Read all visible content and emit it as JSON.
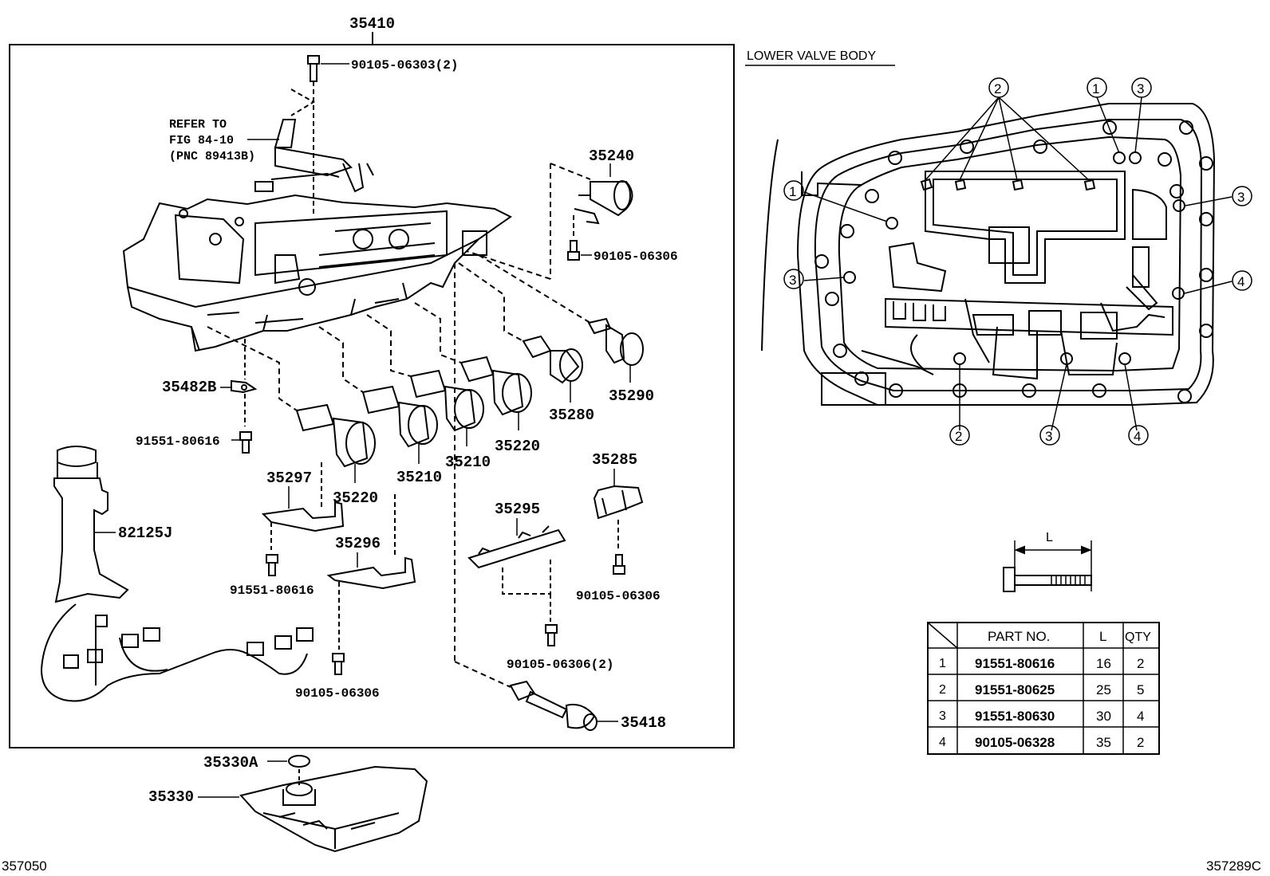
{
  "main_assembly": {
    "part": "35410"
  },
  "refer_note": {
    "line1": "REFER TO",
    "line2": "FIG 84-10",
    "line3": "(PNC 89413B)"
  },
  "callouts": [
    {
      "id": "c-9010506303",
      "text": "90105-06303(2)"
    },
    {
      "id": "c-35240",
      "text": "35240"
    },
    {
      "id": "c-9010506306a",
      "text": "90105-06306"
    },
    {
      "id": "c-35290",
      "text": "35290"
    },
    {
      "id": "c-35280",
      "text": "35280"
    },
    {
      "id": "c-35220a",
      "text": "35220"
    },
    {
      "id": "c-35210a",
      "text": "35210"
    },
    {
      "id": "c-35210b",
      "text": "35210"
    },
    {
      "id": "c-35220b",
      "text": "35220"
    },
    {
      "id": "c-35482b",
      "text": "35482B"
    },
    {
      "id": "c-9155180616a",
      "text": "91551-80616"
    },
    {
      "id": "c-35297",
      "text": "35297"
    },
    {
      "id": "c-82125j",
      "text": "82125J"
    },
    {
      "id": "c-9155180616b",
      "text": "91551-80616"
    },
    {
      "id": "c-35296",
      "text": "35296"
    },
    {
      "id": "c-35285",
      "text": "35285"
    },
    {
      "id": "c-35295",
      "text": "35295"
    },
    {
      "id": "c-9010506306b",
      "text": "90105-06306"
    },
    {
      "id": "c-9010506306c",
      "text": "90105-06306(2)"
    },
    {
      "id": "c-9010506306d",
      "text": "90105-06306"
    },
    {
      "id": "c-35418",
      "text": "35418"
    },
    {
      "id": "c-35330a",
      "text": "35330A"
    },
    {
      "id": "c-35330",
      "text": "35330"
    }
  ],
  "lower_valve_body": {
    "title": "LOWER VALVE BODY",
    "markers": [
      "2",
      "1",
      "3",
      "1",
      "3",
      "3",
      "4",
      "2",
      "3",
      "4"
    ]
  },
  "dimension_label": "L",
  "bolt_table": {
    "headers": [
      "PART NO.",
      "L",
      "QTY"
    ],
    "rows": [
      {
        "idx": "1",
        "part": "91551-80616",
        "l": "16",
        "qty": "2"
      },
      {
        "idx": "2",
        "part": "91551-80625",
        "l": "25",
        "qty": "5"
      },
      {
        "idx": "3",
        "part": "91551-80630",
        "l": "30",
        "qty": "4"
      },
      {
        "idx": "4",
        "part": "90105-06328",
        "l": "35",
        "qty": "2"
      }
    ]
  },
  "footer": {
    "left_code": "357050",
    "right_code": "357289C"
  }
}
